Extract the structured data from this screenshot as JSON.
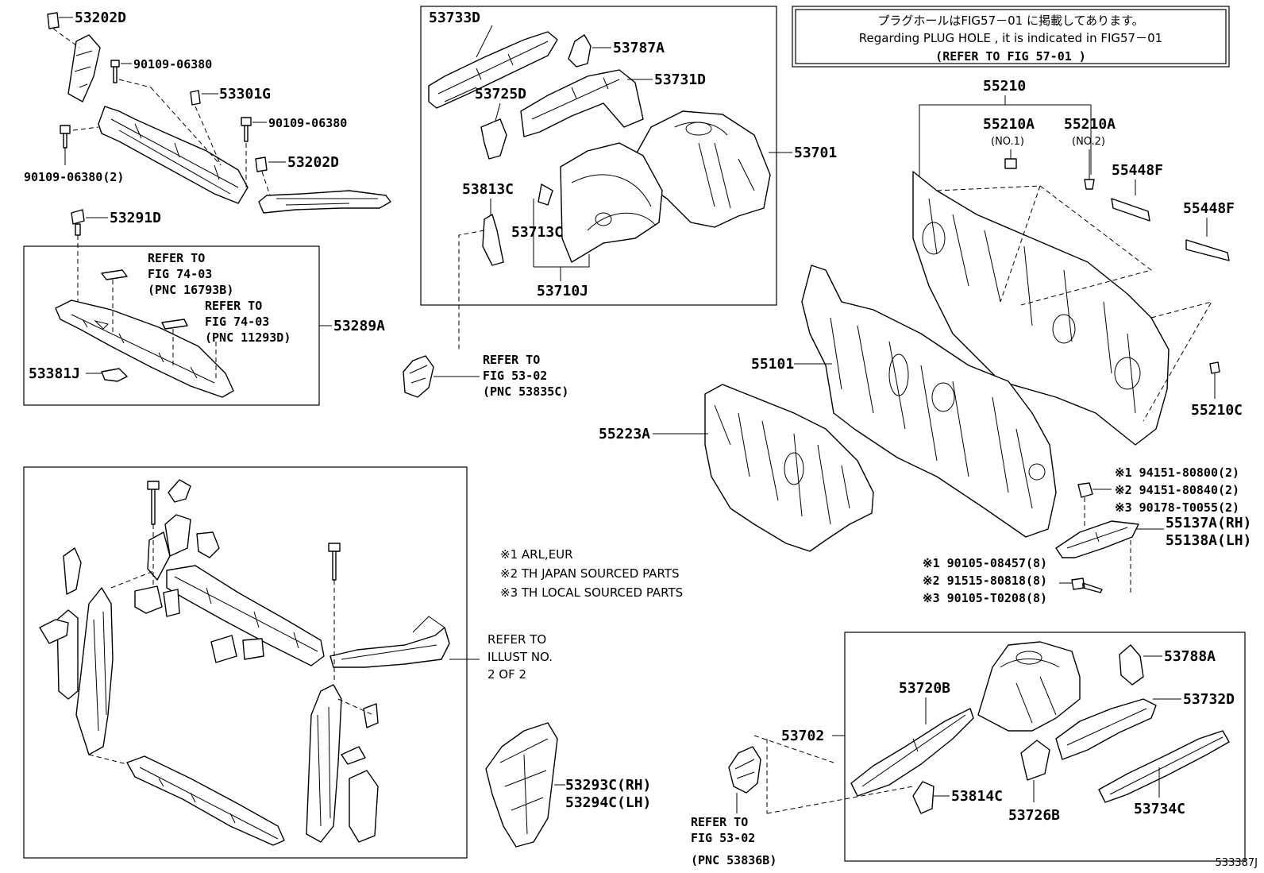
{
  "notice": {
    "line1": "プラグホールはFIG57－01 に掲載してあります。",
    "line2": "Regarding  PLUG HOLE , it is indicated in FIG57－01",
    "line3": "(REFER TO FIG 57-01  )"
  },
  "legend": {
    "l1": "※1 ARL,EUR",
    "l2": "※2 TH JAPAN SOURCED PARTS",
    "l3": "※3 TH LOCAL SOURCED PARTS"
  },
  "labels": {
    "p53202D_a": "53202D",
    "p90109_a": "90109-06380",
    "p53301G": "53301G",
    "p90109_b": "90109-06380",
    "p90109_c": "90109-06380(2)",
    "p53202D_b": "53202D",
    "p53291D": "53291D",
    "p53289A": "53289A",
    "p53381J": "53381J",
    "p53733D": "53733D",
    "p53787A": "53787A",
    "p53725D": "53725D",
    "p53731D": "53731D",
    "p53701": "53701",
    "p53813C": "53813C",
    "p53713C": "53713C",
    "p53710J": "53710J",
    "p55210": "55210",
    "p55210A_1": "55210A",
    "p55210A_1n": "(NO.1)",
    "p55210A_2": "55210A",
    "p55210A_2n": "(NO.2)",
    "p55448F_a": "55448F",
    "p55448F_b": "55448F",
    "p55101": "55101",
    "p55210C": "55210C",
    "p55223A": "55223A",
    "b1": "※1 94151-80800(2)",
    "b2": "※2 94151-80840(2)",
    "b3": "※3 90178-T0055(2)",
    "p55137A": "55137A(RH)",
    "p55138A": "55138A(LH)",
    "s1": "※1 90105-08457(8)",
    "s2": "※2 91515-80818(8)",
    "s3": "※3 90105-T0208(8)",
    "p53293C": "53293C(RH)",
    "p53294C": "53294C(LH)",
    "p53702": "53702",
    "p53720B": "53720B",
    "p53788A": "53788A",
    "p53732D": "53732D",
    "p53814C": "53814C",
    "p53726B": "53726B",
    "p53734C": "53734C",
    "code": "533387J"
  },
  "refs": {
    "r1": [
      "REFER TO",
      "FIG 74-03",
      "(PNC 16793B)"
    ],
    "r2": [
      "REFER TO",
      "FIG 74-03",
      "(PNC 11293D)"
    ],
    "r3": [
      "REFER TO",
      "FIG 53-02",
      "(PNC 53835C)"
    ],
    "r4": [
      "REFER TO",
      "ILLUST NO.",
      "2 OF 2"
    ],
    "r5": [
      "REFER TO",
      "FIG 53-02",
      "(PNC 53836B)"
    ]
  }
}
